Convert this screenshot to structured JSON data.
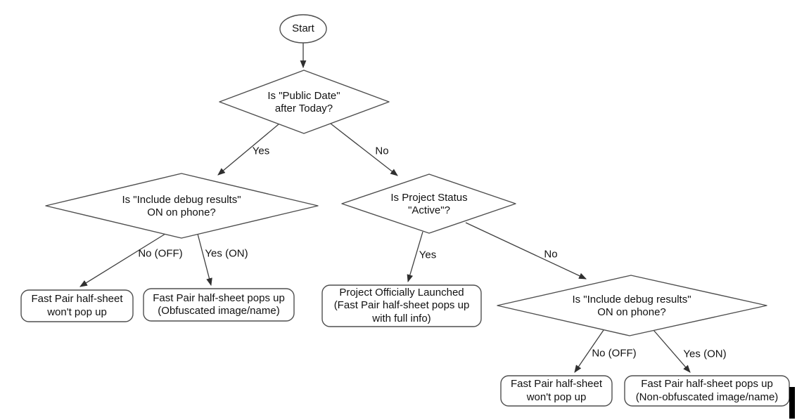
{
  "colors": {
    "background": "#ffffff",
    "shape_stroke": "#4f4f4f",
    "text": "#111111"
  },
  "nodes": {
    "start": {
      "type": "start-ellipse",
      "label": "Start"
    },
    "decision_public_date": {
      "type": "decision-diamond",
      "label": "Is \"Public Date\"\nafter Today?"
    },
    "decision_debug_left": {
      "type": "decision-diamond",
      "label": "Is \"Include debug results\"\nON on phone?"
    },
    "decision_project_status": {
      "type": "decision-diamond",
      "label": "Is Project Status\n\"Active\"?"
    },
    "decision_debug_right": {
      "type": "decision-diamond",
      "label": "Is \"Include debug results\"\nON on phone?"
    },
    "result_no_popup_left": {
      "type": "result-box",
      "label": "Fast Pair half-sheet\nwon't pop up"
    },
    "result_obfuscated": {
      "type": "result-box",
      "label": "Fast Pair half-sheet pops up\n(Obfuscated image/name)"
    },
    "result_launched": {
      "type": "result-box",
      "label": "Project Officially Launched\n(Fast Pair half-sheet pops up\nwith full info)"
    },
    "result_no_popup_right": {
      "type": "result-box",
      "label": "Fast Pair half-sheet\nwon't pop up"
    },
    "result_non_obfuscated": {
      "type": "result-box",
      "label": "Fast Pair half-sheet pops up\n(Non-obfuscated image/name)"
    }
  },
  "edge_labels": {
    "public_date_yes": "Yes",
    "public_date_no": "No",
    "debug_left_no": "No (OFF)",
    "debug_left_yes": "Yes (ON)",
    "project_status_yes": "Yes",
    "project_status_no": "No",
    "debug_right_no": "No (OFF)",
    "debug_right_yes": "Yes (ON)"
  }
}
